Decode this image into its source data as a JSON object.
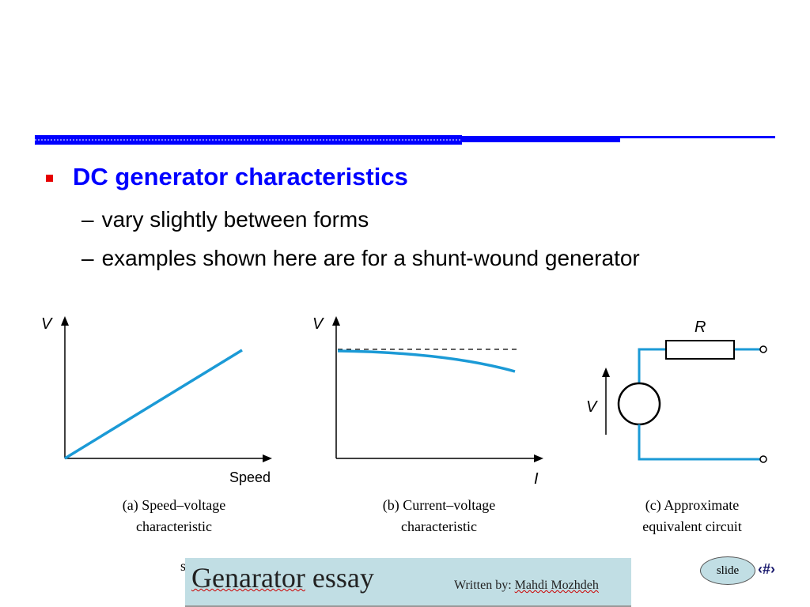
{
  "bullets": {
    "main": "DC generator characteristics",
    "sub": [
      "vary slightly between forms",
      "examples shown here are for a shunt-wound generator"
    ],
    "dash": "–"
  },
  "figure_a": {
    "ylabel": "V",
    "xlabel": "Speed",
    "caption_line1": "(a) Speed–voltage",
    "caption_line2": "characteristic"
  },
  "figure_b": {
    "ylabel": "V",
    "xlabel": "I",
    "caption_line1": "(b) Current–voltage",
    "caption_line2": "characteristic"
  },
  "figure_c": {
    "resistor_label": "R",
    "voltage_label": "V",
    "caption_line1": "(c) Approximate",
    "caption_line2": "equivalent circuit"
  },
  "footer": {
    "cut_text": "s",
    "banner_title_part1": "Genarator",
    "banner_title_part2": " essay",
    "author_prefix": "Written by: ",
    "author_name": "Mahdi Mozhdeh",
    "slide_label": "slide",
    "slide_number": "‹#›"
  },
  "colors": {
    "accent_blue": "#0000ff",
    "curve_blue": "#1b9ad6",
    "bullet_red": "#e60000",
    "banner_bg": "#c1dee4"
  }
}
